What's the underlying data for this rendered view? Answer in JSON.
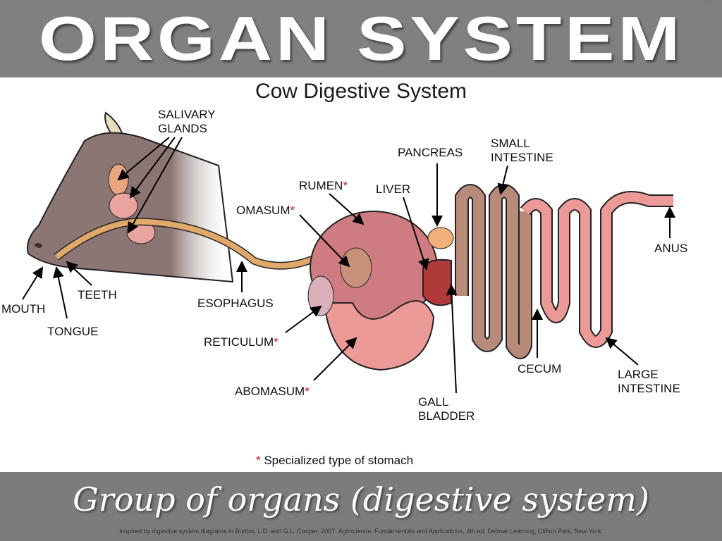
{
  "slide": {
    "title": "ORGAN SYSTEM",
    "subtitle": "Group of organs (digestive system)"
  },
  "diagram": {
    "title": "Cow Digestive System",
    "labels": {
      "salivary_glands_1": "SALIVARY",
      "salivary_glands_2": "GLANDS",
      "mouth": "MOUTH",
      "tongue": "TONGUE",
      "teeth": "TEETH",
      "esophagus": "ESOPHAGUS",
      "omasum": "OMASUM",
      "rumen": "RUMEN",
      "reticulum": "RETICULUM",
      "abomasum": "ABOMASUM",
      "liver": "LIVER",
      "pancreas": "PANCREAS",
      "small_intestine_1": "SMALL",
      "small_intestine_2": "INTESTINE",
      "anus": "ANUS",
      "cecum": "CECUM",
      "large_intestine_1": "LARGE",
      "large_intestine_2": "INTESTINE",
      "gall_bladder_1": "GALL",
      "gall_bladder_2": "BLADDER"
    },
    "star": "*",
    "note_star": "*",
    "note": " Specialized type of stomach",
    "citation": "Inspired by digestive system diagrams in Burton, L.D. and G.L. Cooper. 2007. Agriscience: Fundamentals and Applications, 4th ed. Delmar Learning, Clifton Park, New York."
  },
  "colors": {
    "band": "#808080",
    "stomach": "#d97f86",
    "intestine": "#b88a7a",
    "large_intestine": "#ec9a98",
    "head": "#8c7673",
    "esophagus": "#e0a86a",
    "star": "#c0141a"
  }
}
